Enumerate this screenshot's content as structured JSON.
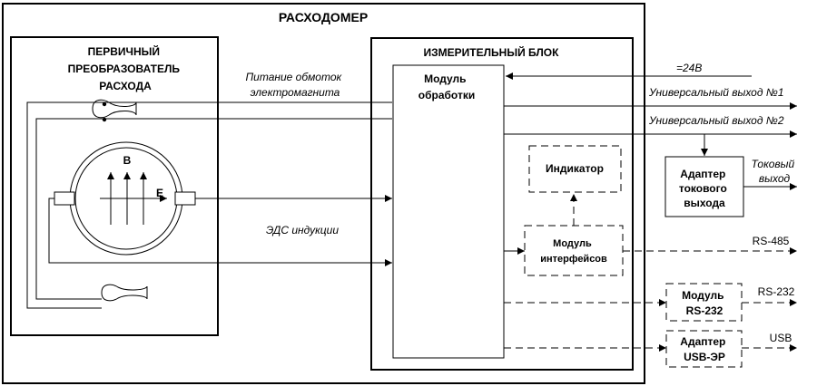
{
  "title": "РАСХОДОМЕР",
  "primary_converter": {
    "label_lines": [
      "ПЕРВИЧНЫЙ",
      "ПРЕОБРАЗОВАТЕЛЬ",
      "РАСХОДА"
    ],
    "field_b": "B",
    "field_e": "E"
  },
  "measuring_unit": {
    "label": "ИЗМЕРИТЕЛЬНЫЙ БЛОК",
    "processing_module_lines": [
      "Модуль",
      "обработки"
    ],
    "indicator": "Индикатор",
    "interfaces_module_lines": [
      "Модуль",
      "интерфейсов"
    ]
  },
  "signals": {
    "winding_power_lines": [
      "Питание обмоток",
      "электромагнита"
    ],
    "induction_emf": "ЭДС  индукции",
    "power_24v": "=24В",
    "universal_out_1": "Универсальный выход №1",
    "universal_out_2": "Универсальный выход №2",
    "current_out_lines": [
      "Токовый",
      "выход"
    ],
    "rs485": "RS-485",
    "rs232": "RS-232",
    "usb": "USB"
  },
  "external": {
    "current_adapter_lines": [
      "Адаптер",
      "токового",
      "выхода"
    ],
    "rs232_module_lines": [
      "Модуль",
      "RS-232"
    ],
    "usb_adapter_lines": [
      "Адаптер",
      "USB-ЭР"
    ]
  }
}
